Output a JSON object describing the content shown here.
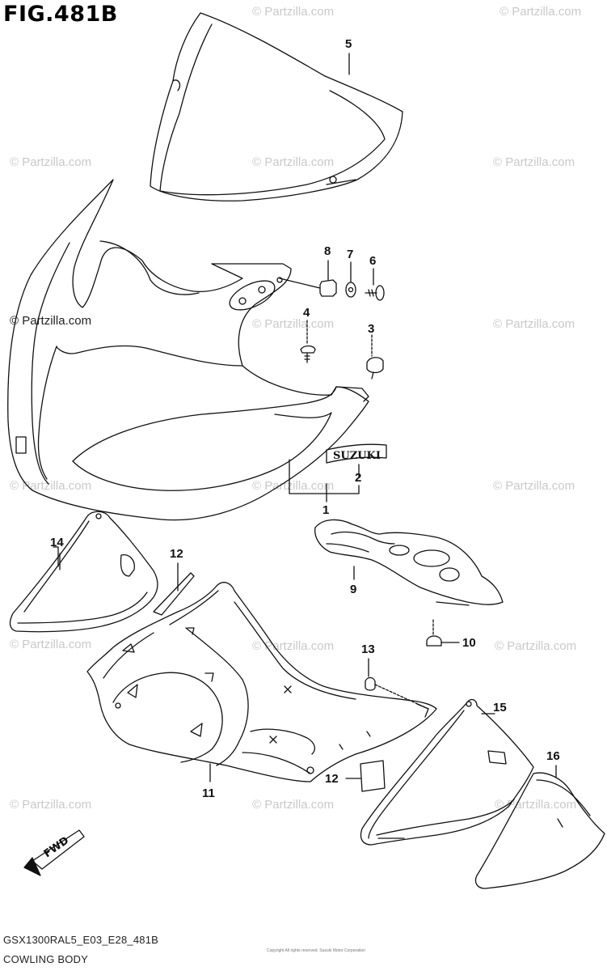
{
  "figure": {
    "title": "FIG.481B",
    "model_code": "GSX1300RAL5_E03_E28_481B",
    "section_name": "COWLING BODY",
    "copyright": "Copyright All rights reserved. Suzuki Motor Corporation"
  },
  "watermark": "© Partzilla.com",
  "fwd_label": "FWD",
  "emblem_text": "SUZUKI",
  "callouts": {
    "c1": "1",
    "c2": "2",
    "c3": "3",
    "c4": "4",
    "c5": "5",
    "c6": "6",
    "c7": "7",
    "c8": "8",
    "c9": "9",
    "c10": "10",
    "c11": "11",
    "c12a": "12",
    "c12b": "12",
    "c13": "13",
    "c14": "14",
    "c15": "15",
    "c16": "16"
  },
  "colors": {
    "line": "#111111",
    "watermark": "#c9c9c9",
    "background": "#ffffff"
  }
}
